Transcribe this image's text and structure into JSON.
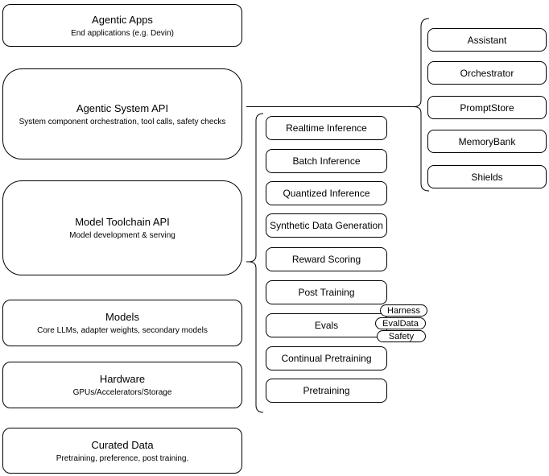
{
  "colors": {
    "background": "#ffffff",
    "stroke": "#000000",
    "text": "#000000"
  },
  "left_stack": [
    {
      "title": "Agentic Apps",
      "subtitle": "End applications (e.g. Devin)"
    },
    {
      "title": "Agentic System API",
      "subtitle": "System component orchestration, tool calls, safety checks"
    },
    {
      "title": "Model Toolchain API",
      "subtitle": "Model development & serving"
    },
    {
      "title": "Models",
      "subtitle": "Core LLMs, adapter weights, secondary models"
    },
    {
      "title": "Hardware",
      "subtitle": "GPUs/Accelerators/Storage"
    },
    {
      "title": "Curated Data",
      "subtitle": "Pretraining, preference, post training."
    }
  ],
  "toolchain_stack": [
    "Realtime Inference",
    "Batch Inference",
    "Quantized Inference",
    "Synthetic Data Generation",
    "Reward Scoring",
    "Post Training",
    "Evals",
    "Continual Pretraining",
    "Pretraining"
  ],
  "system_components": [
    "Assistant",
    "Orchestrator",
    "PromptStore",
    "MemoryBank",
    "Shields"
  ],
  "eval_pills": [
    "Harness",
    "EvalData",
    "Safety"
  ]
}
